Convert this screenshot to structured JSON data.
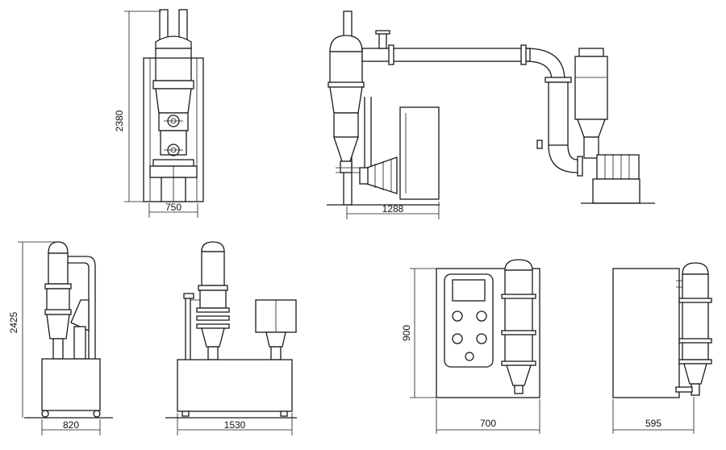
{
  "views": {
    "front_small": {
      "height_label": "2380",
      "width_label": "750"
    },
    "side_large": {
      "width_label": "1288"
    },
    "cyclone_front": {
      "height_label": "2425",
      "width_label": "820"
    },
    "cyclone_side": {
      "width_label": "1530"
    },
    "cabinet_front": {
      "height_label": "900",
      "width_label": "700"
    },
    "cabinet_side": {
      "width_label": "595"
    }
  },
  "colors": {
    "line": "#1a1a1a",
    "background": "#ffffff"
  }
}
